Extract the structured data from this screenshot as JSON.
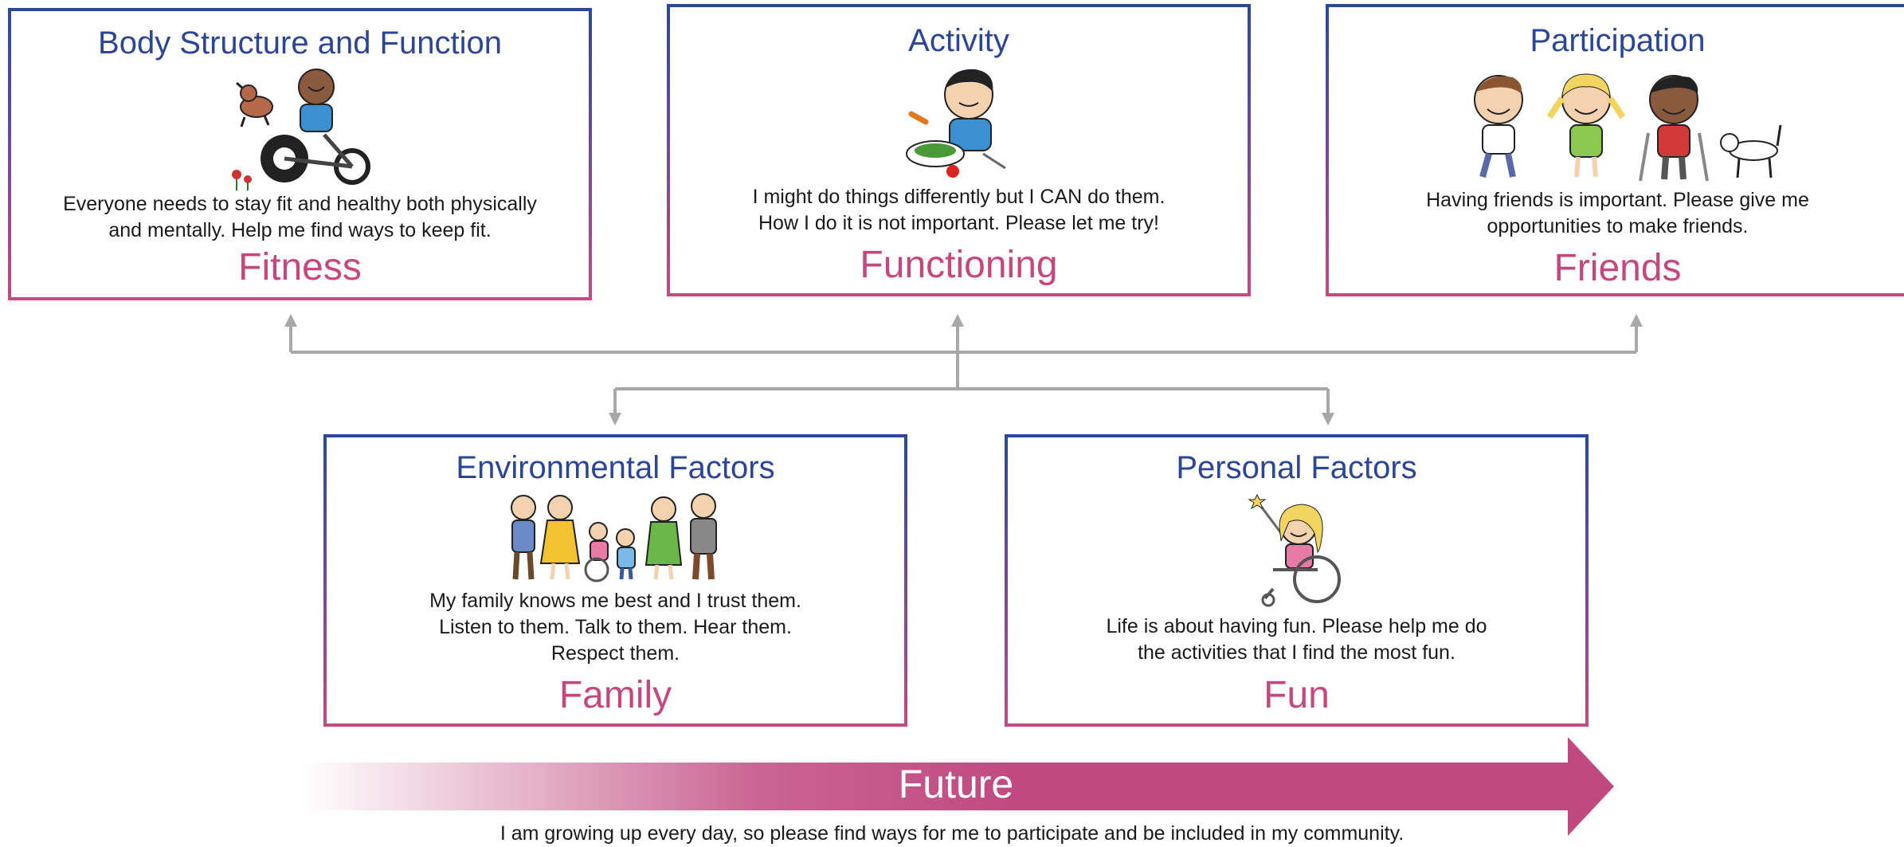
{
  "boxes": {
    "body": {
      "title": "Body Structure and Function",
      "text_lines": [
        "Everyone needs to stay fit and healthy both physically",
        "and mentally. Help me find ways to keep fit."
      ],
      "keyword": "Fitness",
      "illustration": "child-on-tricycle-with-dog"
    },
    "activity": {
      "title": "Activity",
      "text_lines": [
        "I might do things differently but I CAN do them.",
        "How I do it is not important. Please let me try!"
      ],
      "keyword": "Functioning",
      "illustration": "child-preparing-food"
    },
    "participation": {
      "title": "Participation",
      "text_lines": [
        "Having friends is important. Please give me",
        "opportunities to make friends."
      ],
      "keyword": "Friends",
      "illustration": "three-friends-with-dog"
    },
    "environmental": {
      "title": "Environmental Factors",
      "text_lines": [
        "My family knows me best and I trust them.",
        "Listen to them. Talk to them. Hear them.",
        "Respect them."
      ],
      "keyword": "Family",
      "illustration": "family-group"
    },
    "personal": {
      "title": "Personal Factors",
      "text_lines": [
        "Life is about having fun. Please help me do",
        "the activities that I find the most fun."
      ],
      "keyword": "Fun",
      "illustration": "girl-in-wheelchair-with-wand"
    }
  },
  "future": {
    "label": "Future",
    "text": "I am growing up every day, so please find ways for me to participate and be included in my community."
  },
  "colors": {
    "title_blue": "#2b4597",
    "keyword_pink": "#c5477e",
    "connector_gray": "#a8a8a8",
    "arrow_pink": "#c0497f"
  }
}
